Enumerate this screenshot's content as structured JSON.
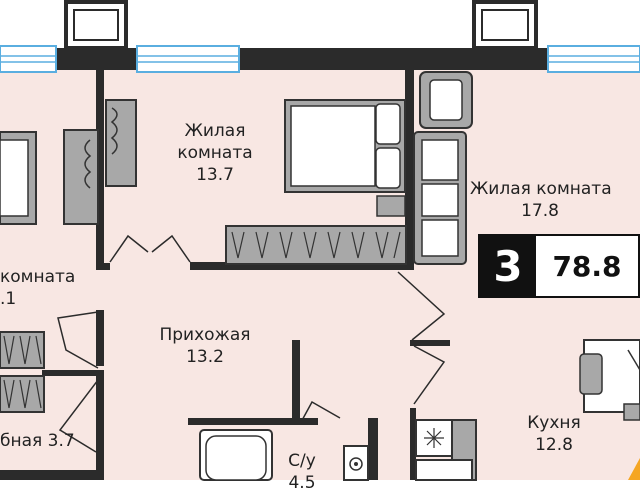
{
  "colors": {
    "floor": "#f8e7e3",
    "wall": "#2b2b2b",
    "furniture_fill": "#a8a8a8",
    "furniture_stroke": "#333333",
    "window": "#5aaee0",
    "badge": "#111111"
  },
  "rooms": {
    "living1": {
      "name_line1": "Жилая",
      "name_line2": "комната",
      "area": "13.7"
    },
    "living2": {
      "name": "Жилая комната",
      "area": "17.8"
    },
    "living3": {
      "name_partial": "комната",
      "area_partial": ".1"
    },
    "hall": {
      "name": "Прихожая",
      "area": "13.2"
    },
    "kitchen": {
      "name": "Кухня",
      "area": "12.8"
    },
    "bathroom": {
      "name": "С/у",
      "area_partial": "4.5"
    },
    "dressing": {
      "name_partial": "бная 3.7"
    }
  },
  "badge": {
    "rooms": "3",
    "area": "78.8"
  }
}
